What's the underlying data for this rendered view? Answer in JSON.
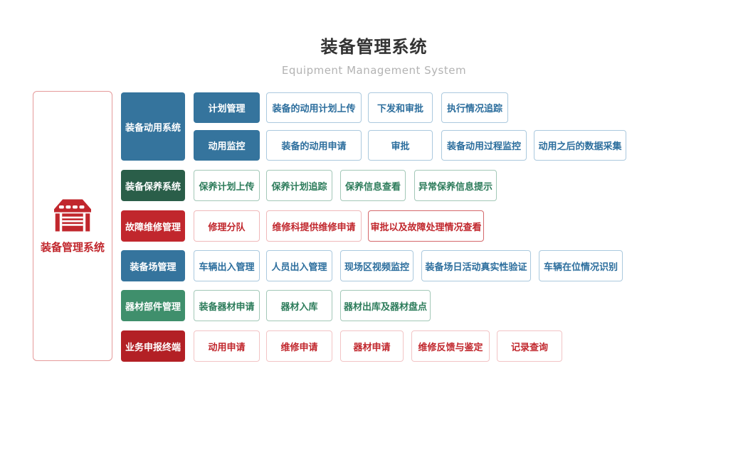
{
  "header": {
    "title": "装备管理系统",
    "subtitle": "Equipment Management System"
  },
  "root": {
    "label": "装备管理系统",
    "icon": "warehouse-icon"
  },
  "colors": {
    "blue": "#35749d",
    "dark_green": "#2a5e49",
    "red": "#c1272d",
    "green": "#3f8f6c",
    "dark_red": "#b32025",
    "blue_outline": "#abc9de",
    "blue_text": "#2c6e9d",
    "green_outline": "#a3c8b8",
    "green_text": "#2d7c5b",
    "red_outline": "#f0b9ba",
    "root_border": "#e59a9a"
  },
  "sections": [
    {
      "label": "装备动用系统",
      "subgroups": [
        {
          "label": "计划管理",
          "items": [
            "装备的动用计划上传",
            "下发和审批",
            "执行情况追踪"
          ]
        },
        {
          "label": "动用监控",
          "items": [
            "装备的动用申请",
            "审批",
            "装备动用过程监控",
            "动用之后的数据采集"
          ]
        }
      ]
    },
    {
      "label": "装备保养系统",
      "items": [
        "保养计划上传",
        "保养计划追踪",
        "保养信息查看",
        "异常保养信息提示"
      ]
    },
    {
      "label": "故障维修管理",
      "items": [
        "修理分队",
        "维修科提供维修申请",
        "审批以及故障处理情况查看"
      ]
    },
    {
      "label": "装备场管理",
      "items": [
        "车辆出入管理",
        "人员出入管理",
        "现场区视频监控",
        "装备场日活动真实性验证",
        "车辆在位情况识别"
      ]
    },
    {
      "label": "器材部件管理",
      "items": [
        "装备器材申请",
        "器材入库",
        "器材出库及器材盘点"
      ]
    },
    {
      "label": "业务申报终端",
      "items": [
        "动用申请",
        "维修申请",
        "器材申请",
        "维修反馈与鉴定",
        "记录查询"
      ]
    }
  ]
}
